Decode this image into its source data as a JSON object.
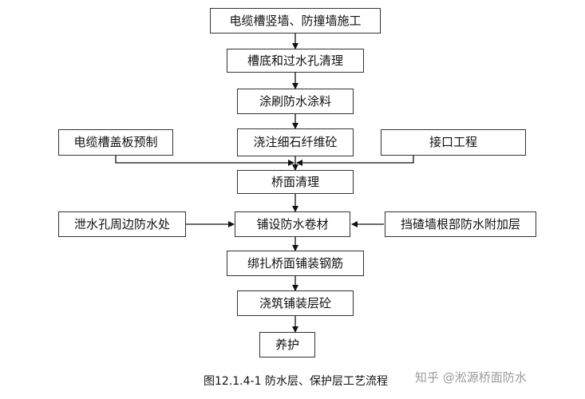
{
  "steps": {
    "s1": "电缆槽竖墙、防撞墙施工",
    "s2": "槽底和过水孔清理",
    "s3": "涂刷防水涂料",
    "s4": "浇注细石纤维砼",
    "s5": "桥面清理",
    "s6": "铺设防水卷材",
    "s7": "绑扎桥面铺装钢筋",
    "s8": "浇筑铺装层砼",
    "s9": "养护"
  },
  "side_inputs": {
    "cable_cover": "电缆槽盖板预制",
    "joint": "接口工程",
    "drain_hole": "泄水孔周边防水处",
    "retaining_wall": "挡碴墙根部防水附加层"
  },
  "caption": "图12.1.4-1  防水层、保护层工艺流程",
  "watermark": "知乎 @淞源桥面防水"
}
